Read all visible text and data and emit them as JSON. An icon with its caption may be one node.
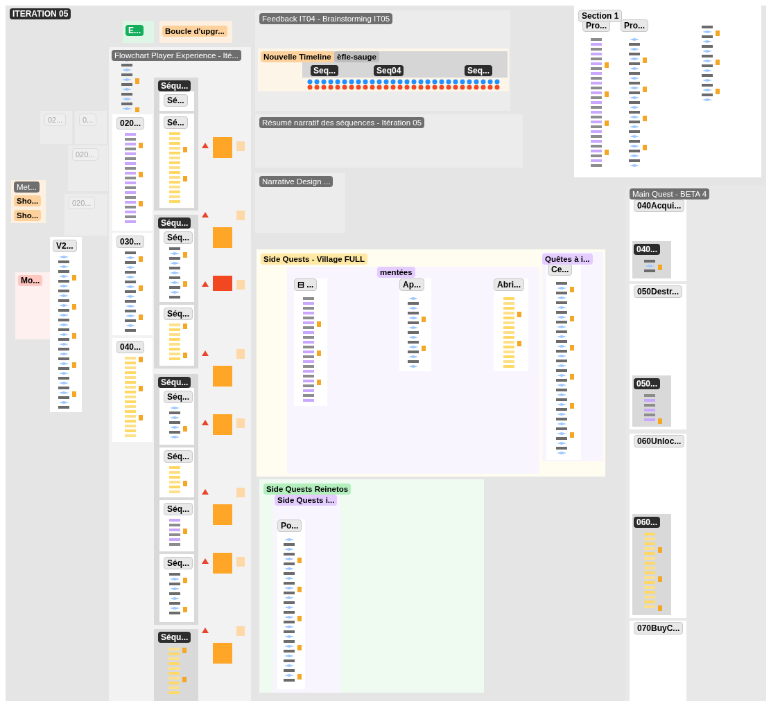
{
  "diagram": {
    "nodes": [
      {
        "text": [
          "ITERATION 05"
        ]
      },
      {
        "text": [
          "E..."
        ],
        "in": 0
      },
      {
        "text": [
          "Boucle d'upgr..."
        ],
        "in": 0
      },
      {
        "text": [
          "Flowchart Player Experience - Ité..."
        ],
        "in": 0
      },
      {
        "text": [
          "020..."
        ],
        "in": 3
      },
      {
        "text": [
          "030..."
        ],
        "in": 3
      },
      {
        "text": [
          "040..."
        ],
        "in": 3
      },
      {
        "text": [
          "Séqu..."
        ],
        "in": 3
      },
      {
        "text": [
          "Sé..."
        ],
        "in": 7
      },
      {
        "text": [
          "Sé..."
        ],
        "in": 7
      },
      {
        "text": [
          "Séqu..."
        ],
        "in": 3
      },
      {
        "text": [
          "Séq..."
        ],
        "in": 10
      },
      {
        "text": [
          "Séq..."
        ],
        "in": 10
      },
      {
        "text": [
          "Séqu..."
        ],
        "in": 3
      },
      {
        "text": [
          "Séq..."
        ],
        "in": 13
      },
      {
        "text": [
          "Séq..."
        ],
        "in": 13
      },
      {
        "text": [
          "Séq..."
        ],
        "in": 13
      },
      {
        "text": [
          "Séq..."
        ],
        "in": 13
      },
      {
        "text": [
          "Séqu..."
        ],
        "in": 3
      },
      {
        "text": [
          "02..."
        ],
        "in": 0
      },
      {
        "text": [
          "0..."
        ],
        "in": 0
      },
      {
        "text": [
          "020..."
        ],
        "in": 0
      },
      {
        "text": [
          "020..."
        ],
        "in": 0
      },
      {
        "text": [
          "Met..."
        ],
        "in": 0
      },
      {
        "text": [
          "Sho..."
        ],
        "in": 23
      },
      {
        "text": [
          "Sho..."
        ],
        "in": 23
      },
      {
        "text": [
          "V2..."
        ],
        "in": 0
      },
      {
        "text": [
          "Mo..."
        ],
        "in": 0
      },
      {
        "text": [
          "Feedback IT04 - Brainstorming IT05"
        ],
        "in": 0
      },
      {
        "text": [
          "Nouvelle Timeline"
        ],
        "in": 28
      },
      {
        "text": [
          "èfle-sauge"
        ],
        "in": 29
      },
      {
        "text": [
          "Seq..."
        ],
        "in": 30
      },
      {
        "text": [
          "Seq04"
        ],
        "in": 30
      },
      {
        "text": [
          "Seq..."
        ],
        "in": 30
      },
      {
        "text": [
          "Résumé narratif des séquences - Itération 05"
        ],
        "in": 0
      },
      {
        "text": [
          "Narrative Design ..."
        ],
        "in": 0
      },
      {
        "text": [
          "Section 1"
        ],
        "in": 0
      },
      {
        "text": [
          "Pro..."
        ],
        "in": 36
      },
      {
        "text": [
          "Pro..."
        ],
        "in": 36
      },
      {
        "text": [
          "Main Quest - BETA 4"
        ],
        "in": 0
      },
      {
        "text": [
          "040Acqui..."
        ],
        "in": 39
      },
      {
        "text": [
          "040..."
        ],
        "in": 40
      },
      {
        "text": [
          "050Destr..."
        ],
        "in": 39
      },
      {
        "text": [
          "050..."
        ],
        "in": 42
      },
      {
        "text": [
          "060Unloc..."
        ],
        "in": 39
      },
      {
        "text": [
          "060..."
        ],
        "in": 44
      },
      {
        "text": [
          "070BuyC..."
        ],
        "in": 39
      },
      {
        "text": [
          "Side Quests - Village FULL"
        ],
        "in": 0
      },
      {
        "text": [
          "mentées"
        ],
        "in": 47
      },
      {
        "text": [
          "⊟ ..."
        ],
        "in": 48
      },
      {
        "text": [
          "Ap..."
        ],
        "in": 48
      },
      {
        "text": [
          "Abri..."
        ],
        "in": 48
      },
      {
        "text": [
          "Quêtes à i..."
        ],
        "in": 47
      },
      {
        "text": [
          "Ce..."
        ],
        "in": 52
      },
      {
        "text": [
          "Side Quests Reinetos"
        ],
        "in": 0
      },
      {
        "text": [
          "Side Quests i..."
        ],
        "in": 54
      },
      {
        "text": [
          "Po..."
        ],
        "in": 55
      }
    ]
  }
}
